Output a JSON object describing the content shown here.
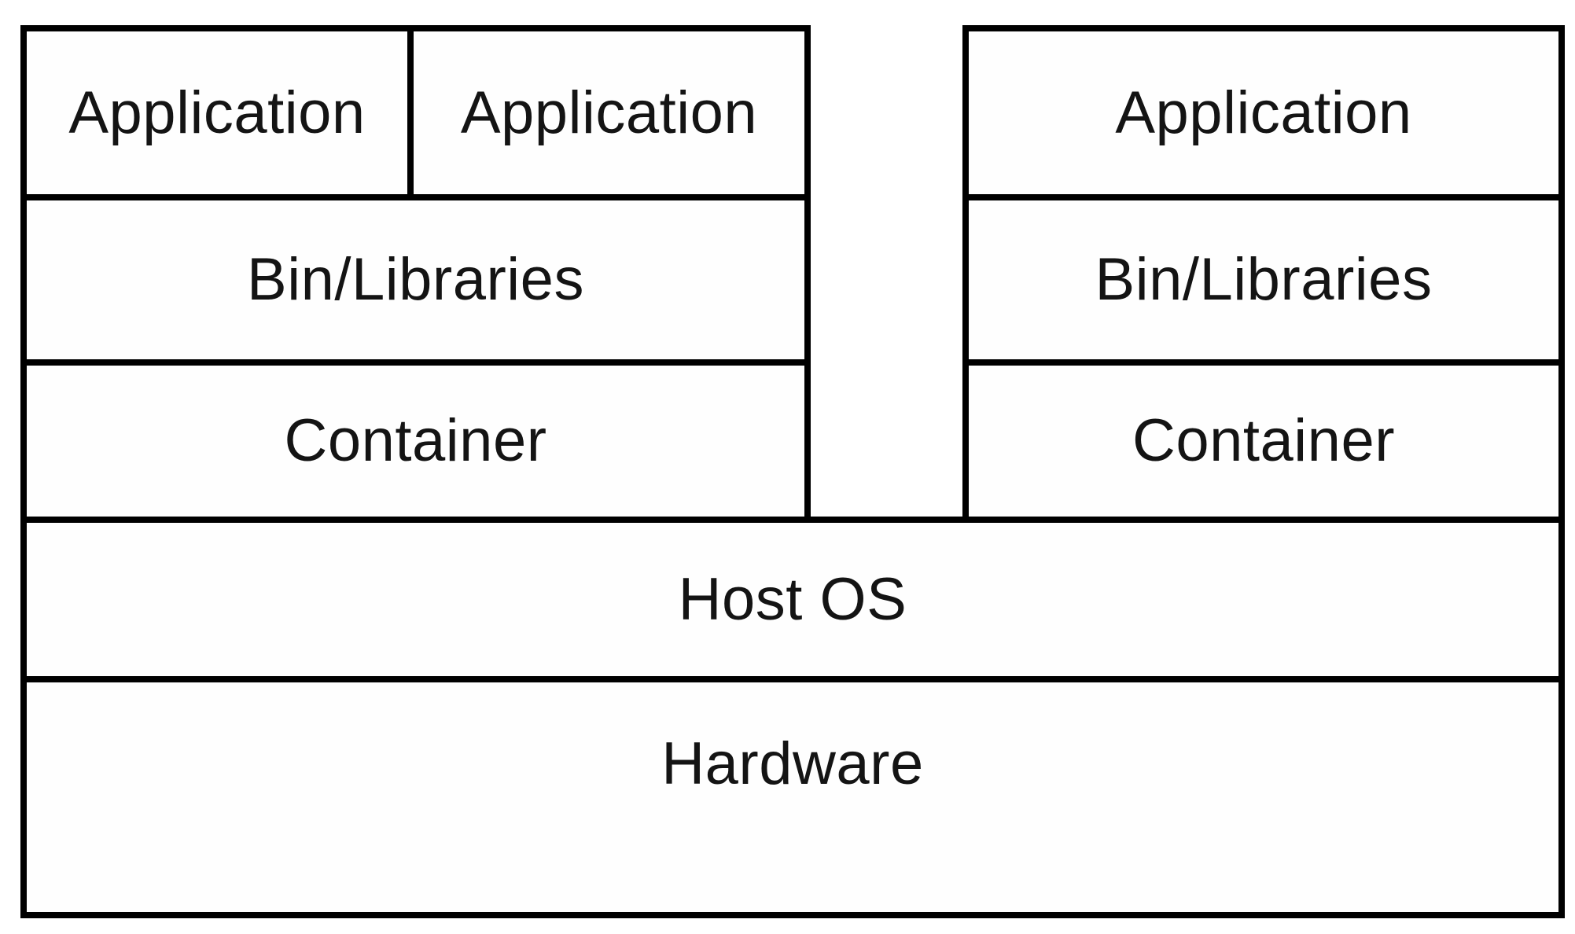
{
  "diagram": {
    "type": "container-architecture-stack",
    "left_stack": {
      "applications": [
        "Application",
        "Application"
      ],
      "bin_libraries": "Bin/Libraries",
      "container": "Container"
    },
    "right_stack": {
      "application": "Application",
      "bin_libraries": "Bin/Libraries",
      "container": "Container"
    },
    "base_layers": {
      "host_os": "Host OS",
      "hardware": "Hardware"
    },
    "colors": {
      "border": "#000000",
      "background": "#ffffff",
      "text": "#141414"
    }
  }
}
